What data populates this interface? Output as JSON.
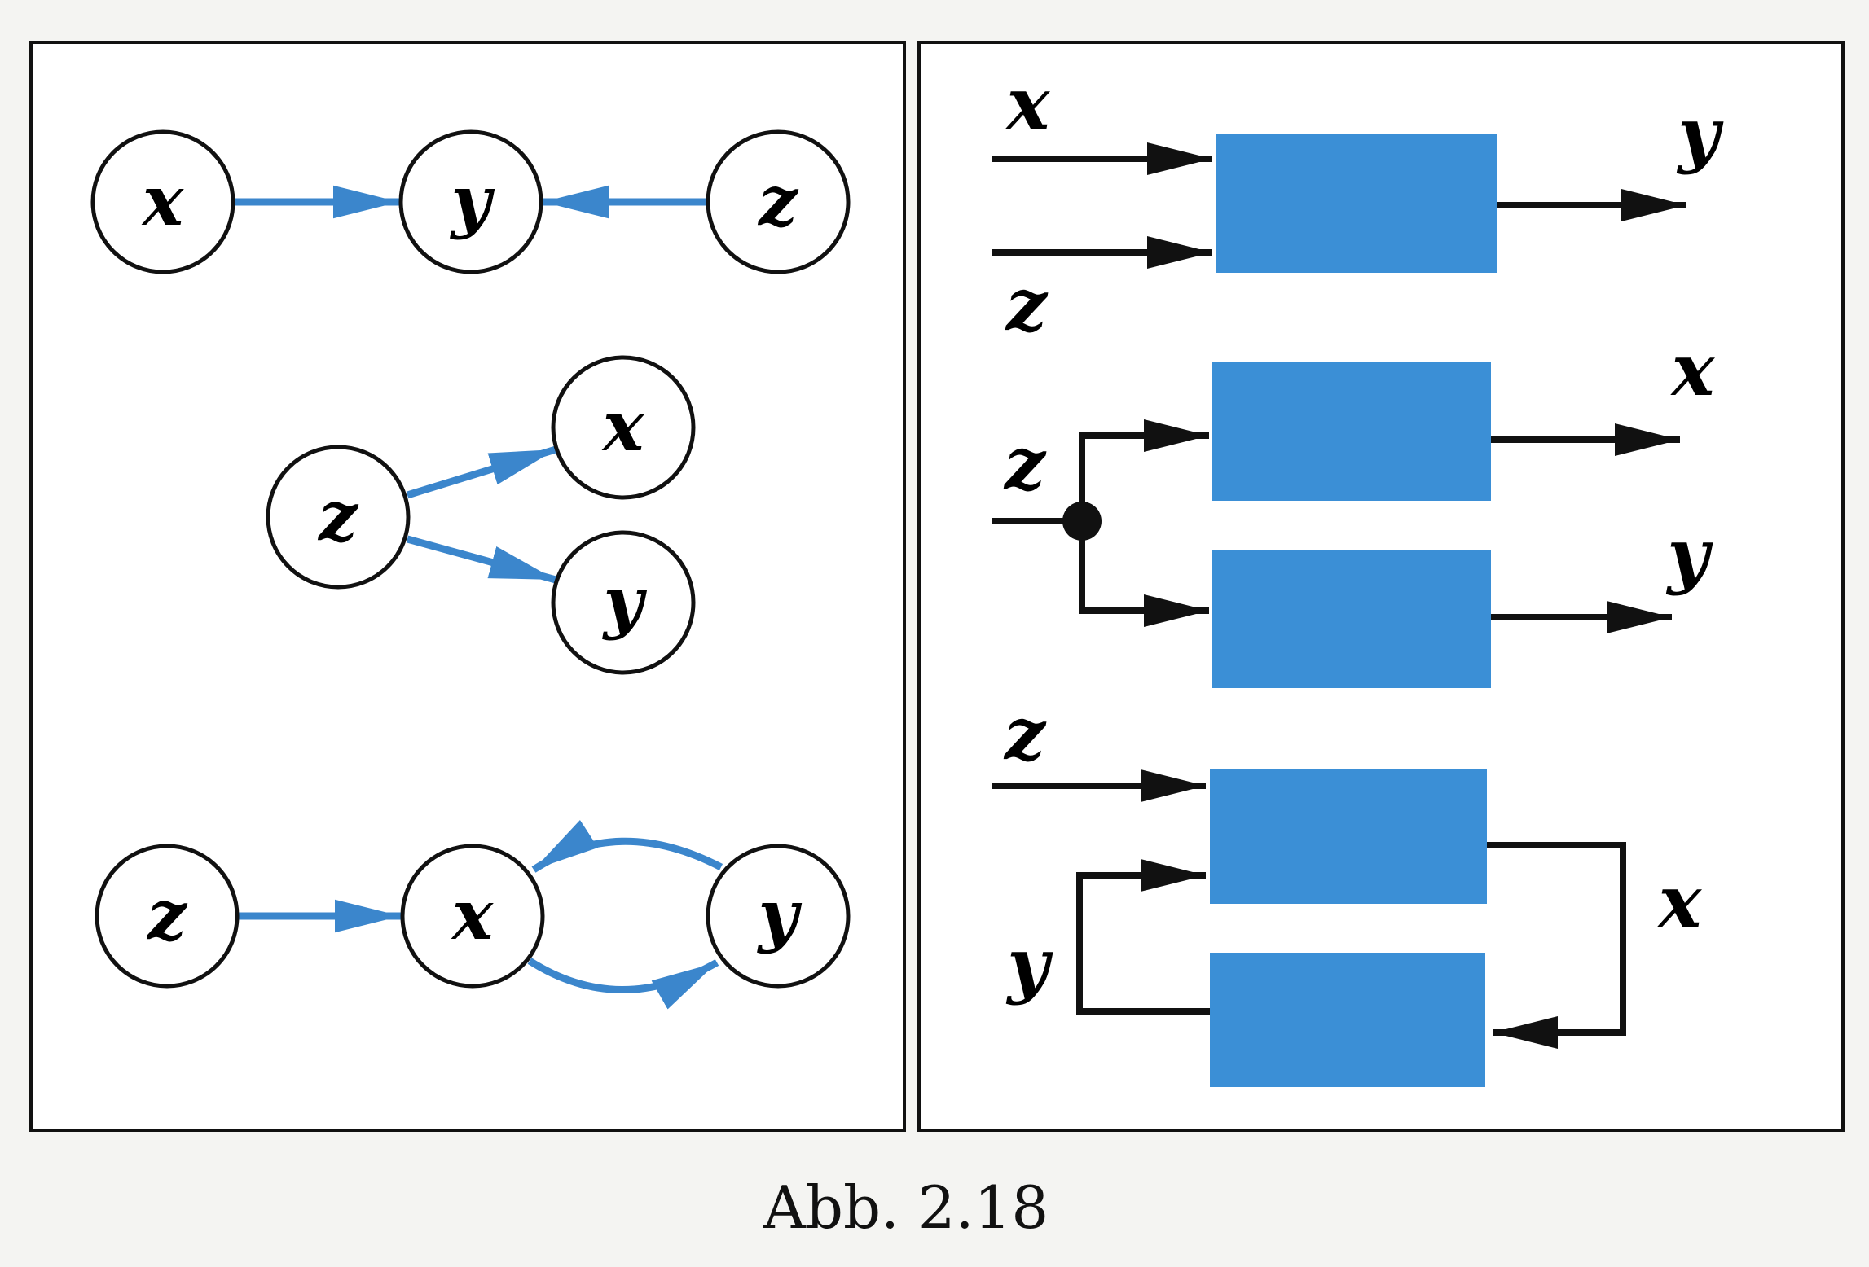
{
  "colors": {
    "accent_blue": "#3b86cc",
    "block_blue": "#3b8fd6",
    "ink": "#111111",
    "panel_bg": "#ffffff",
    "page_bg": "#f4f4f2"
  },
  "left_panel": {
    "diagram1": {
      "nodes": [
        "x",
        "y",
        "z"
      ]
    },
    "diagram2": {
      "nodes": [
        "z",
        "x",
        "y"
      ]
    },
    "diagram3": {
      "nodes": [
        "z",
        "x",
        "y"
      ]
    }
  },
  "right_panel": {
    "diagram1": {
      "inputs": [
        "x",
        "z"
      ],
      "output": "y"
    },
    "diagram2": {
      "input": "z",
      "outputs": [
        "x",
        "y"
      ]
    },
    "diagram3": {
      "input": "z",
      "loop_right": "x",
      "loop_left": "y"
    }
  },
  "caption": "Abb. 2.18"
}
